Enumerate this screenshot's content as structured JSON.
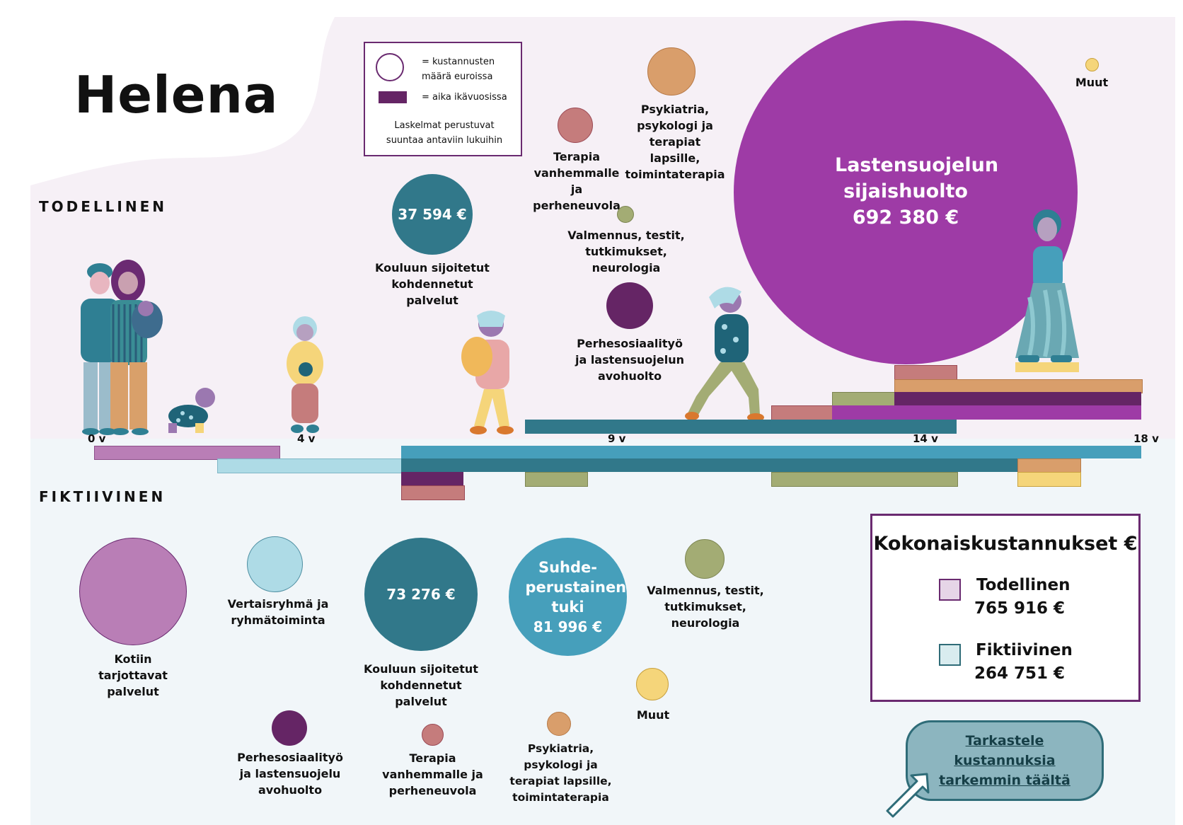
{
  "name": "Helena",
  "sections": {
    "actual": "TODELLINEN",
    "fictive": "FIKTIIVINEN"
  },
  "legend": {
    "circle_text": "= kustannusten määrä euroissa",
    "bar_text": "= aika ikävuosissa",
    "note": "Laskelmat perustuvat suuntaa antaviin lukuihin"
  },
  "ages": [
    "0 v",
    "4 v",
    "9 v",
    "14 v",
    "18 v"
  ],
  "actual": {
    "school": {
      "value": "37 594 €",
      "label": "Kouluun sijoitetut kohdennetut palvelut"
    },
    "therapy_parents": {
      "label": "Terapia vanhemmalle ja perheneuvola"
    },
    "psychiatry": {
      "label": "Psykiatria, psykologi ja terapiat lapsille, toimintaterapia"
    },
    "coaching": {
      "label": "Valmennus, testit, tutkimukset, neurologia"
    },
    "family_social": {
      "label": "Perhesosiaalityö ja lastensuojelun avohuolto"
    },
    "foster": {
      "title": "Lastensuojelun sijaishuolto",
      "value": "692 380 €"
    },
    "other": {
      "label": "Muut"
    }
  },
  "fictive": {
    "home": {
      "label": "Kotiin tarjottavat palvelut"
    },
    "peer": {
      "label": "Vertaisryhmä ja ryhmätoiminta"
    },
    "school": {
      "value": "73 276 €",
      "label": "Kouluun sijoitetut kohdennetut palvelut"
    },
    "relational": {
      "title": "Suhde-perustainen tuki",
      "value": "81 996 €"
    },
    "coaching": {
      "label": "Valmennus, testit, tutkimukset, neurologia"
    },
    "other": {
      "label": "Muut"
    },
    "family_social": {
      "label": "Perhesosiaalityö ja lastensuojelu avohuolto"
    },
    "therapy_parents": {
      "label": "Terapia vanhemmalle ja perheneuvola"
    },
    "psychiatry": {
      "label": "Psykiatria, psykologi ja terapiat lapsille, toimintaterapia"
    }
  },
  "totals": {
    "title": "Kokonaiskustannukset €",
    "actual_label": "Todellinen",
    "actual_value": "765 916 €",
    "fictive_label": "Fiktiivinen",
    "fictive_value": "264 751 €"
  },
  "cta": {
    "label": "Tarkastele kustannuksia tarkemmin täältä"
  },
  "colors": {
    "foster": "#9e3ba6",
    "school": "#31788a",
    "family_social": "#652565",
    "therapy": "#c57c7c",
    "psychiatry": "#d99e6b",
    "coaching": "#a3ac74",
    "other": "#f5d57a",
    "home": "#b97eb6",
    "peer": "#aedbe6",
    "relational": "#469fbb"
  }
}
